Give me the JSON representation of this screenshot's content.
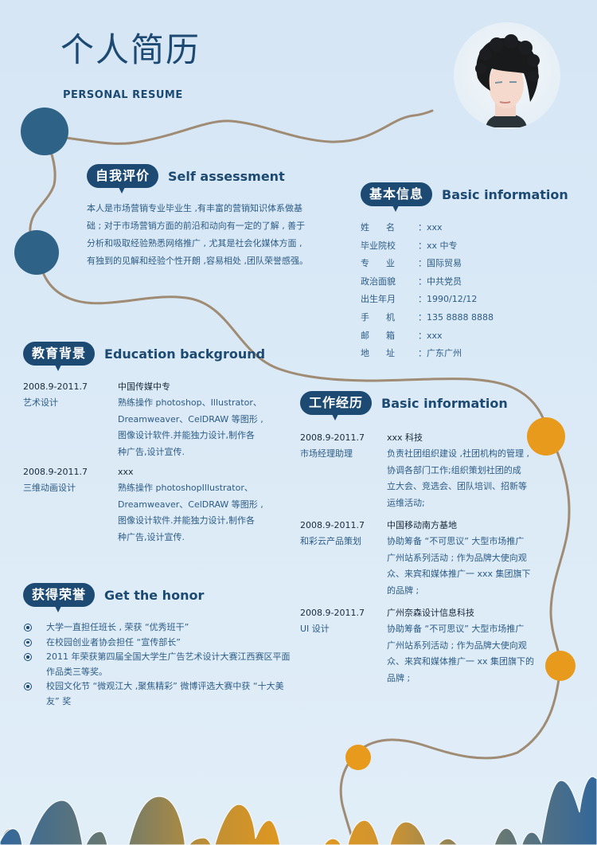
{
  "header": {
    "title_cn": "个人简历",
    "title_en": "PERSONAL RESUME"
  },
  "colors": {
    "primary_blue": "#1d4a72",
    "node_blue": "#2f6287",
    "accent_orange": "#e89a1c",
    "path_brown": "#a08c74",
    "background": "#d9e8f5"
  },
  "self_assessment": {
    "title_cn": "自我评价",
    "title_en": "Self assessment",
    "lines": [
      "本人是市场营销专业毕业生 ,有丰富的营销知识体系做基",
      "础 ; 对于市场营销方面的前沿和动向有一定的了解 , 善于",
      "分析和吸取经验熟悉网络推广 , 尤其是社会化媒体方面 ,",
      "有独到的见解和经验个性开朗 ,容易相处 ,团队荣誉感强。"
    ]
  },
  "basic_info": {
    "title_cn": "基本信息",
    "title_en": "Basic information",
    "rows": [
      {
        "label": "姓      名",
        "value": "xxx"
      },
      {
        "label": "毕业院校",
        "value": "xx 中专"
      },
      {
        "label": "专      业",
        "value": "国际贸易"
      },
      {
        "label": "政治面貌",
        "value": "中共党员"
      },
      {
        "label": "出生年月",
        "value": "1990/12/12"
      },
      {
        "label": "手      机",
        "value": "135 8888 8888"
      },
      {
        "label": "邮      箱",
        "value": "xxx"
      },
      {
        "label": "地      址",
        "value": "广东广州"
      }
    ],
    "separator": "："
  },
  "education": {
    "title_cn": "教育背景",
    "title_en": "Education background",
    "entries": [
      {
        "date": "2008.9-2011.7",
        "role": "艺术设计",
        "org": "中国传媒中专",
        "desc": [
          "熟练操作 photoshop、Illustrator、",
          "Dreamweaver、CelDRAW 等图形 ,",
          "图像设计软件.并能独力设计,制作各",
          "种广告,设计宣传."
        ]
      },
      {
        "date": "2008.9-2011.7",
        "role": "三维动画设计",
        "org": "xxx",
        "desc": [
          "熟练操作 photoshopIllustrator、",
          "Dreamweaver、CelDRAW 等图形 ,",
          "图像设计软件.并能独力设计,制作各",
          "种广告,设计宣传."
        ]
      }
    ]
  },
  "work": {
    "title_cn": "工作经历",
    "title_en": "Basic information",
    "entries": [
      {
        "date": "2008.9-2011.7",
        "role": "市场经理助理",
        "org": "xxx 科技",
        "desc": [
          "负责社团组织建设 ,社团机构的管理 ,",
          "协调各部门工作;组织策划社团的成",
          "立大会、竞选会、团队培训、招新等",
          "运维活动;"
        ]
      },
      {
        "date": "2008.9-2011.7",
        "role": "和彩云产品策划",
        "org": "中国移动南方基地",
        "desc": [
          "协助筹备 “不可思议” 大型市场推广",
          "广州站系列活动 ; 作为品牌大使向观",
          "众、来宾和媒体推广一 xxx 集团旗下",
          "的品牌 ;"
        ]
      },
      {
        "date": "2008.9-2011.7",
        "role": "UI 设计",
        "org": "广州奈森设计信息科技",
        "desc": [
          "协助筹备 “不可思议” 大型市场推广",
          "广州站系列活动 ; 作为品牌大使向观",
          "众、来宾和媒体推广一 xx 集团旗下的",
          "品牌 ;"
        ]
      }
    ]
  },
  "honors": {
    "title_cn": "获得荣誉",
    "title_en": "Get the honor",
    "items": [
      "大学一直担任班长 , 荣获 “优秀班干”",
      "在校园创业者协会担任 “宣传部长”",
      "2011 年荣获第四届全国大学生广告艺术设计大赛江西赛区平面作品类三等奖。",
      "校园文化节 “微观江大 ,聚焦精彩” 微博评选大赛中获 “十大美友” 奖"
    ]
  },
  "icons": {
    "honor_bullet": "target-bullet-icon",
    "timeline_node": "circle-node",
    "avatar": "profile-photo"
  }
}
